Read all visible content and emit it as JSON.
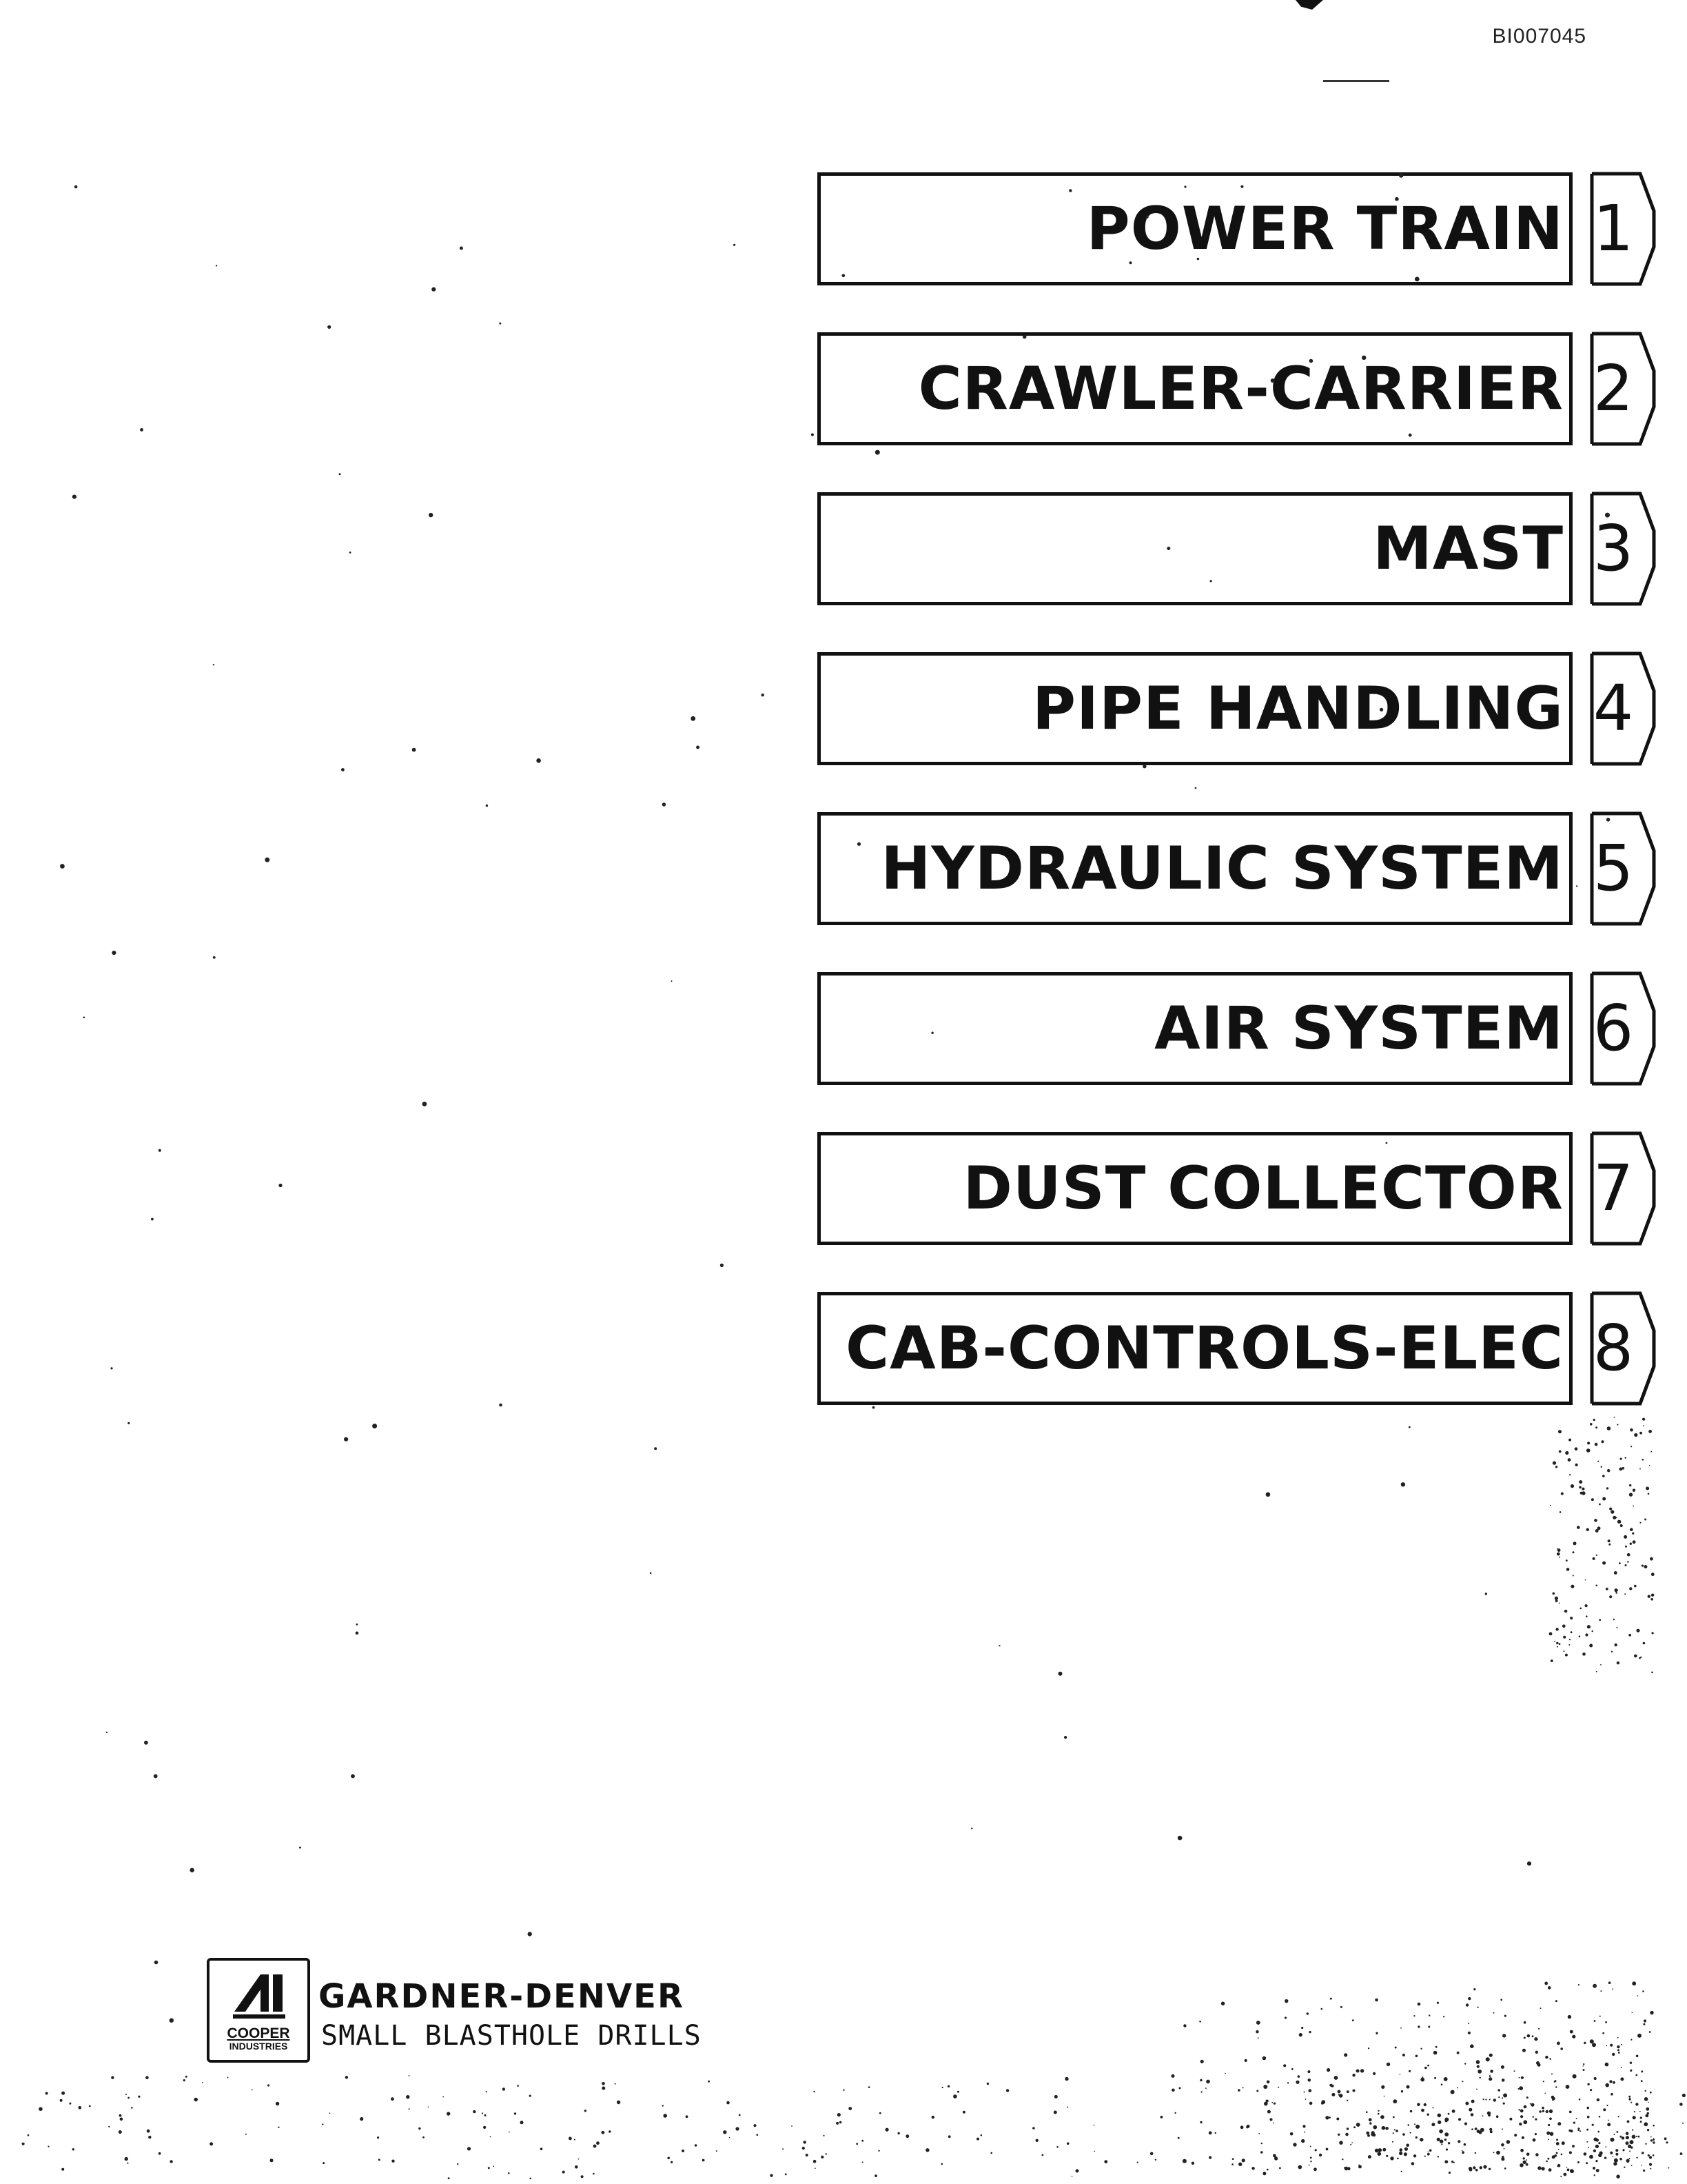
{
  "document": {
    "id": "BI007045"
  },
  "tabs": [
    {
      "label": "POWER TRAIN",
      "number": "1"
    },
    {
      "label": "CRAWLER-CARRIER",
      "number": "2"
    },
    {
      "label": "MAST",
      "number": "3"
    },
    {
      "label": "PIPE HANDLING",
      "number": "4"
    },
    {
      "label": "HYDRAULIC SYSTEM",
      "number": "5"
    },
    {
      "label": "AIR SYSTEM",
      "number": "6"
    },
    {
      "label": "DUST COLLECTOR",
      "number": "7"
    },
    {
      "label": "CAB-CONTROLS-ELEC",
      "number": "8"
    }
  ],
  "footer": {
    "logo_line1": "COOPER",
    "logo_line2": "INDUSTRIES",
    "brand": "GARDNER-DENVER",
    "subtitle": "SMALL BLASTHOLE DRILLS"
  }
}
